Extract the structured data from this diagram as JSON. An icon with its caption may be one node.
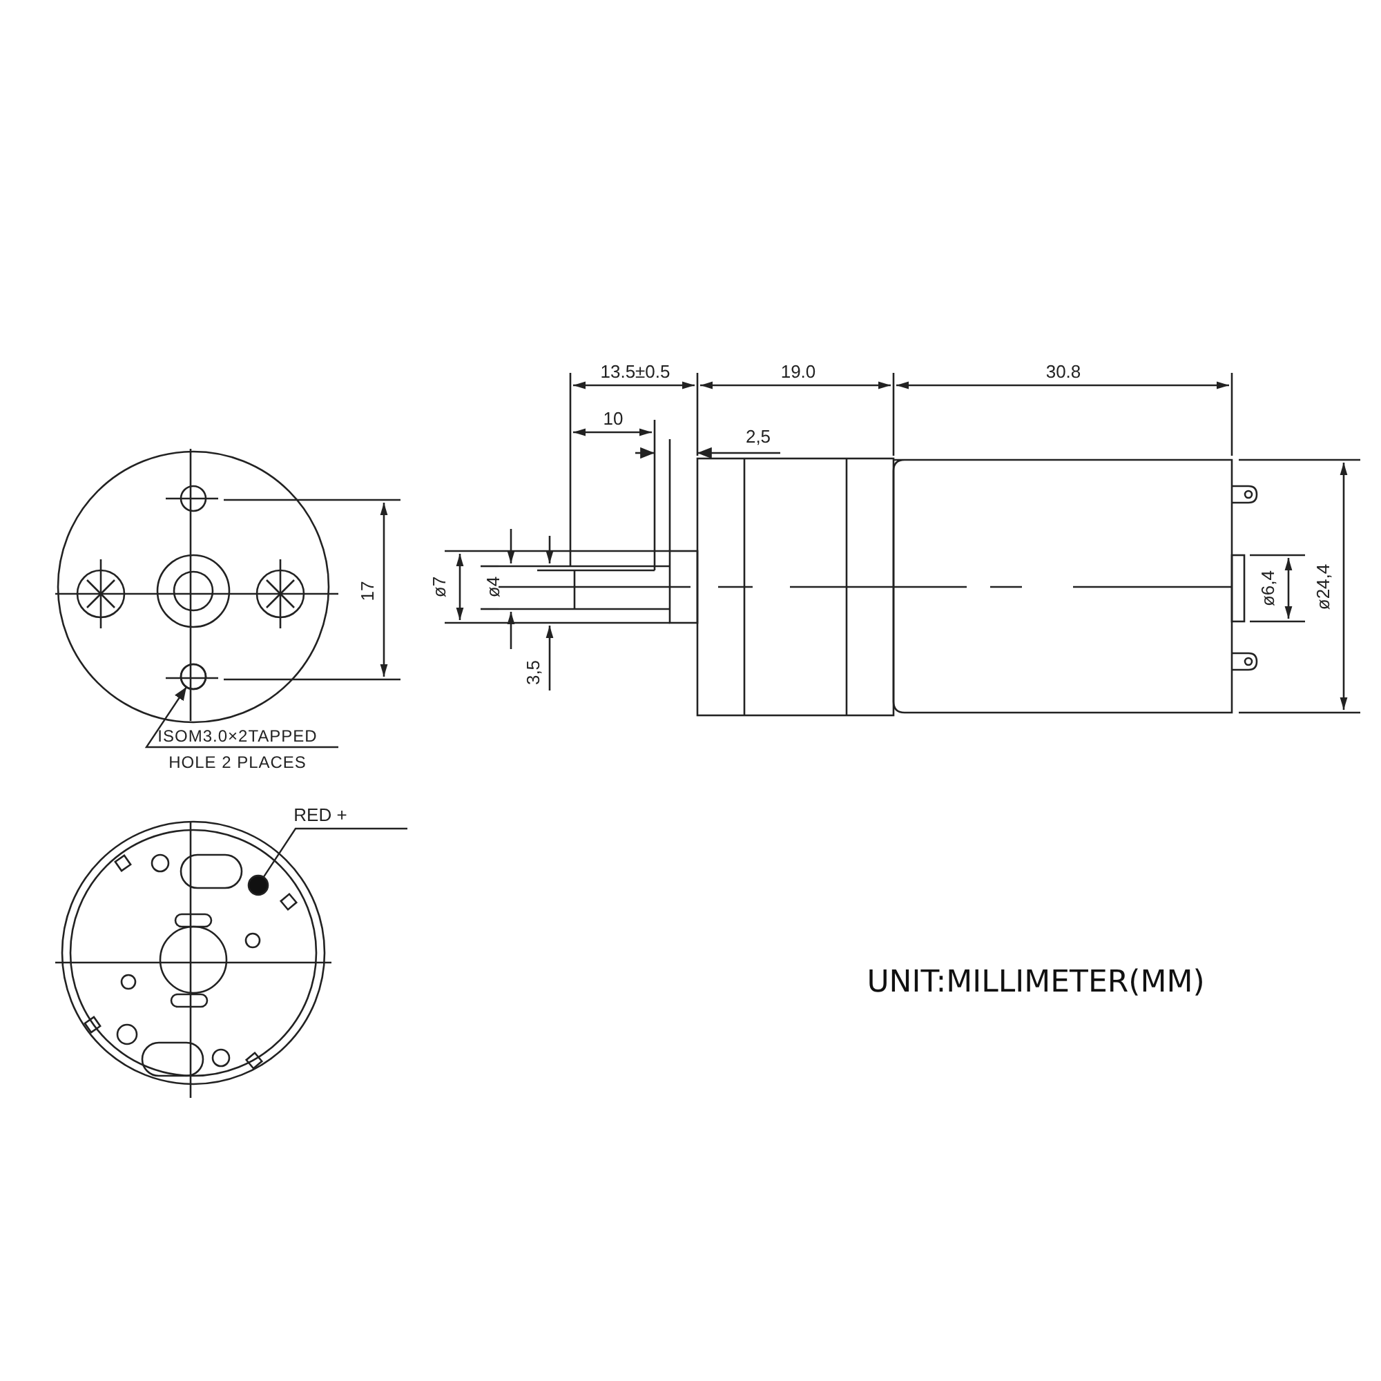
{
  "diagram": {
    "nodes": [
      {
        "text": [
          "ISOM3.0×2TAPPED HOLE 2 PLACES"
        ]
      },
      {
        "text": [],
        "shape": "circle"
      },
      {
        "text": [
          "RED +"
        ]
      },
      {
        "text": [],
        "shape": "circle"
      }
    ],
    "edges": [
      {
        "from": 0,
        "to": 1,
        "arrow": "to"
      },
      {
        "from": 2,
        "to": 3,
        "arrow": "none"
      }
    ],
    "labels": [
      "13.5±0.5",
      "19.0",
      "30.8",
      "10",
      "2,5",
      "17",
      "ø7",
      "ø4",
      "ø6,4",
      "ø24,4",
      "3,5",
      "UNIT:MILLIMETER(MM)"
    ]
  }
}
